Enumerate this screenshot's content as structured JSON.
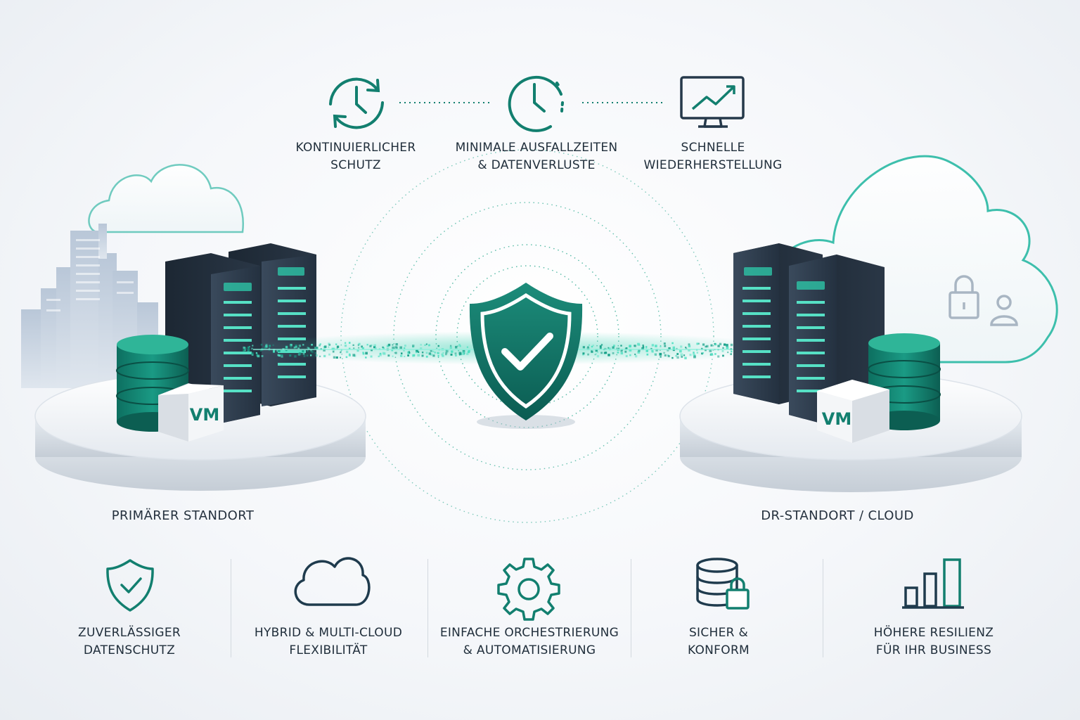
{
  "colors": {
    "accent": "#127f6f",
    "accent_light": "#2dc4a6",
    "server_dark": "#2b3a4b",
    "text": "#1f2d3a"
  },
  "top_features": [
    {
      "icon": "sync-clock-icon",
      "line1": "KONTINUIERLICHER",
      "line2": "SCHUTZ"
    },
    {
      "icon": "clock-icon",
      "line1": "MINIMALE AUSFALLZEITEN",
      "line2": "& DATENVERLUSTE"
    },
    {
      "icon": "monitor-chart-icon",
      "line1": "SCHNELLE",
      "line2": "WIEDERHERSTELLUNG"
    }
  ],
  "primary_site": {
    "label": "PRIMÄRER STANDORT",
    "vm_label": "VM"
  },
  "dr_site": {
    "label": "DR-STANDORT / CLOUD",
    "vm_label": "VM"
  },
  "center_icon": "shield-check-icon",
  "bottom_features": [
    {
      "icon": "shield-check-icon",
      "line1": "ZUVERLÄSSIGER",
      "line2": "DATENSCHUTZ"
    },
    {
      "icon": "cloud-icon",
      "line1": "HYBRID & MULTI-CLOUD",
      "line2": "FLEXIBILITÄT"
    },
    {
      "icon": "gear-icon",
      "line1": "EINFACHE ORCHESTRIERUNG",
      "line2": "& AUTOMATISIERUNG"
    },
    {
      "icon": "database-lock-icon",
      "line1": "SICHER &",
      "line2": "KONFORM"
    },
    {
      "icon": "bar-chart-icon",
      "line1": "HÖHERE RESILIENZ",
      "line2": "FÜR IHR BUSINESS"
    }
  ]
}
